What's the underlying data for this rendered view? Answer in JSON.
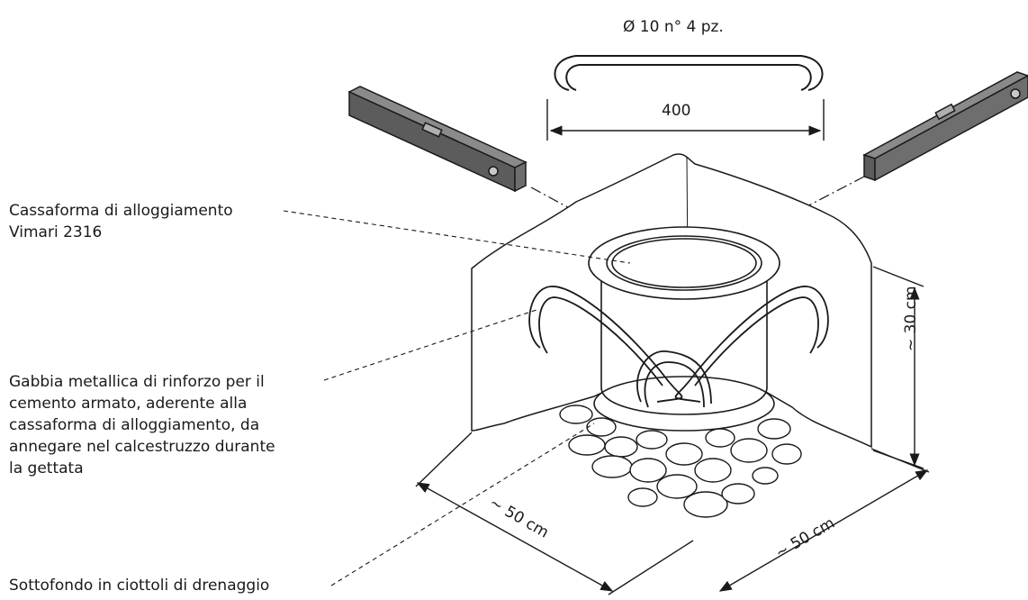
{
  "labels": {
    "rebar_spec": "Ø 10 n° 4 pz.",
    "rebar_length": "400",
    "casing": [
      "Cassaforma di alloggiamento",
      "Vimari 2316"
    ],
    "cage": [
      "Gabbia metallica di rinforzo per il",
      "cemento armato, aderente alla",
      "cassaforma di alloggiamento, da",
      "annegare nel calcestruzzo durante",
      "la gettata"
    ],
    "gravel": "Sottofondo in ciottoli di drenaggio",
    "height": "~ 30 cm",
    "depth_left": "~ 50 cm",
    "depth_right": "~ 50 cm"
  },
  "colors": {
    "line": "#1a1a1a",
    "level_top": "#8a8a8a",
    "level_side": "#5c5c5c",
    "soil_fill": "#ffffff"
  }
}
